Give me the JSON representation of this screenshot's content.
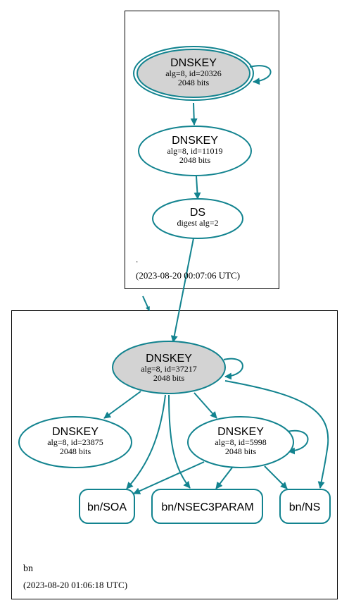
{
  "root_zone": {
    "name": ".",
    "timestamp": "(2023-08-20 00:07:06 UTC)",
    "ksk": {
      "type": "DNSKEY",
      "params": "alg=8, id=20326",
      "size": "2048 bits"
    },
    "zsk": {
      "type": "DNSKEY",
      "params": "alg=8, id=11019",
      "size": "2048 bits"
    },
    "ds": {
      "type": "DS",
      "params": "digest alg=2"
    }
  },
  "bn_zone": {
    "name": "bn",
    "timestamp": "(2023-08-20 01:06:18 UTC)",
    "ksk": {
      "type": "DNSKEY",
      "params": "alg=8, id=37217",
      "size": "2048 bits"
    },
    "key_a": {
      "type": "DNSKEY",
      "params": "alg=8, id=23875",
      "size": "2048 bits"
    },
    "key_b": {
      "type": "DNSKEY",
      "params": "alg=8, id=5998",
      "size": "2048 bits"
    },
    "rrsets": {
      "soa": "bn/SOA",
      "nsec3param": "bn/NSEC3PARAM",
      "ns": "bn/NS"
    }
  },
  "colors": {
    "edge": "#12838f",
    "ksk_fill": "#d3d3d3",
    "border": "#000000"
  }
}
